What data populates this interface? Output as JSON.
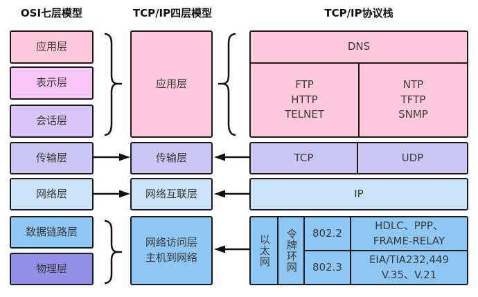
{
  "headers": {
    "osi": "OSI七层模型",
    "tcpip_model": "TCP/IP四层模型",
    "tcpip_stack": "TCP/IP协议栈"
  },
  "osi_layers": {
    "application": "应用层",
    "presentation": "表示层",
    "session": "会话层",
    "transport": "传输层",
    "network": "网络层",
    "datalink": "数据链路层",
    "physical": "物理层"
  },
  "tcpip_layers": {
    "application": "应用层",
    "transport": "传输层",
    "internet": "网络互联层",
    "access": "网络访问层\n主机到网络"
  },
  "protocol_stack": {
    "dns": "DNS",
    "app_group_left": "FTP\nHTTP\nTELNET",
    "app_group_right": "NTP\nTFTP\nSNMP",
    "tcp": "TCP",
    "udp": "UDP",
    "ip": "IP",
    "ethernet": "以太网",
    "token_ring": "令牌环网",
    "ieee_802_2": "802.2",
    "ieee_802_3": "802.3",
    "wan_protocols": "HDLC、PPP、\nFRAME-RELAY",
    "serial_standards": "EIA/TIA232,449\nV.35、V.21"
  },
  "colors": {
    "pink": "#FFC8DC",
    "orchid": "#FAC6F8",
    "light_purple": "#D8C6F8",
    "lavender": "#CCC6F4",
    "light_blue": "#CBE2F8",
    "sky_blue": "#8EC7F3",
    "periwinkle": "#948FE9",
    "border": "#1A1A1A",
    "text": "#3A3A3A"
  }
}
